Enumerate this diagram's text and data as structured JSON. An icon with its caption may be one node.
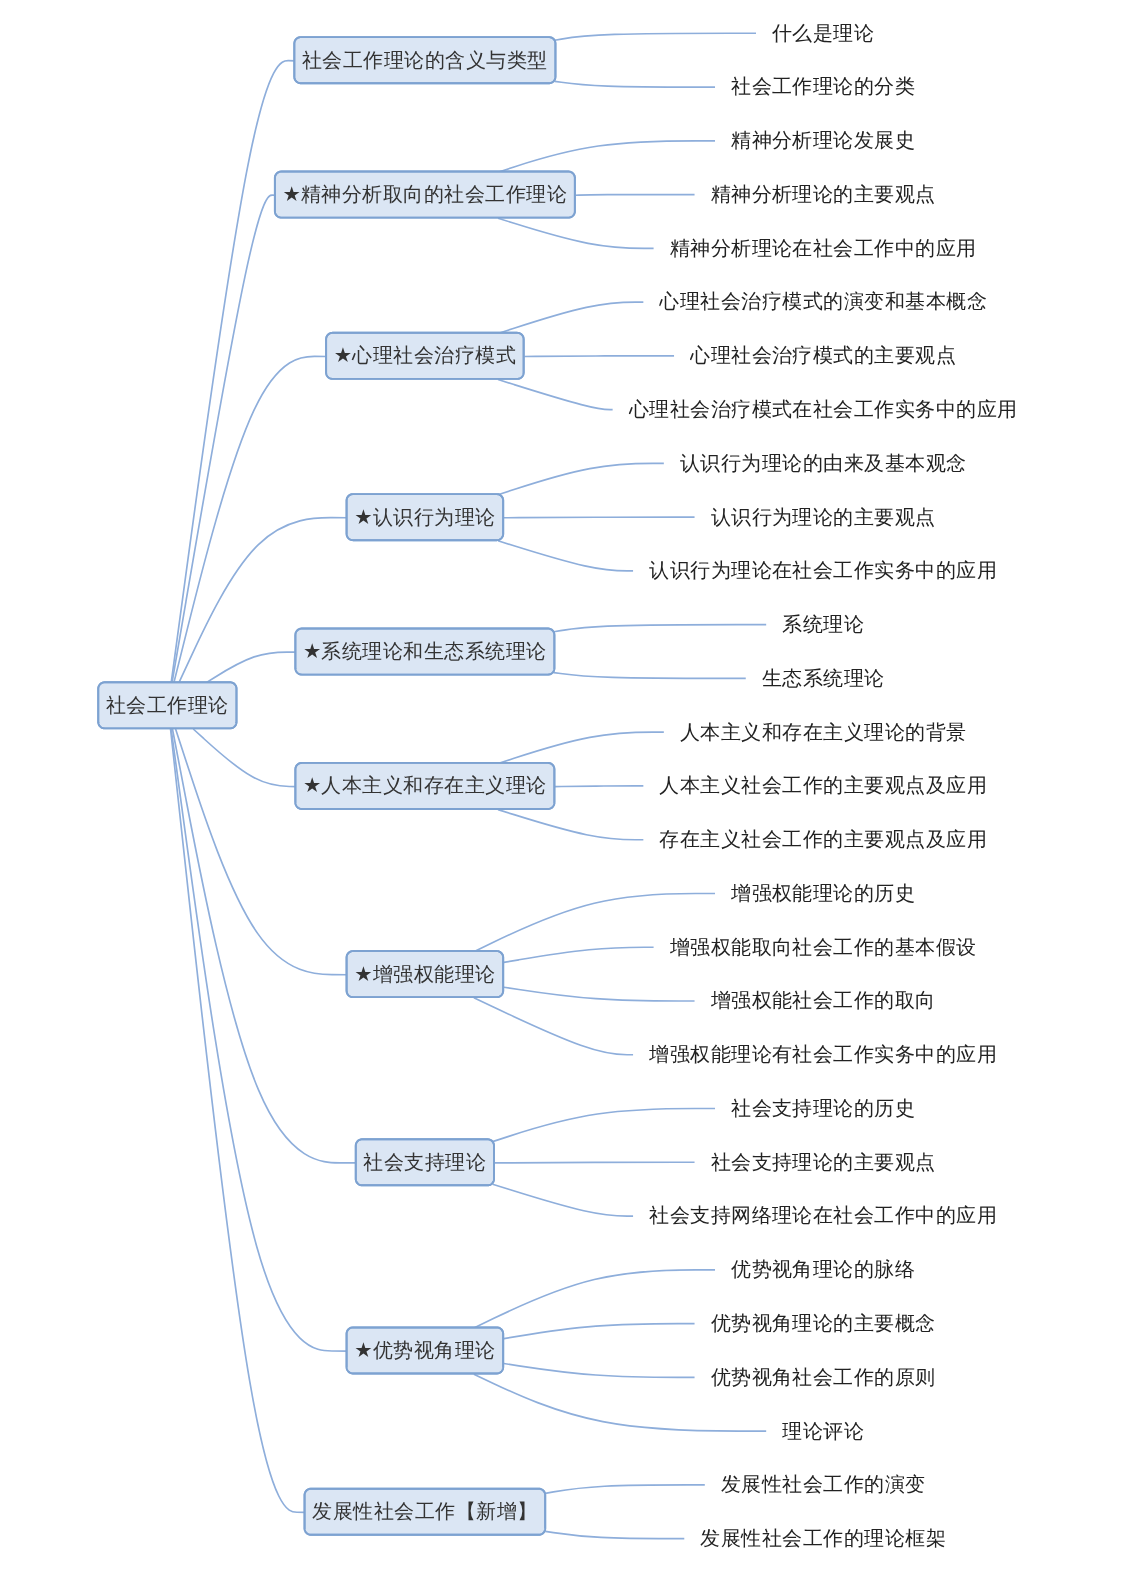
{
  "diagram": {
    "nodes": [
      {
        "text": [
          "社会工作理论"
        ]
      },
      {
        "text": [
          "社会工作理论的含义与类型"
        ]
      },
      {
        "text": [
          "什么是理论"
        ]
      },
      {
        "text": [
          "社会工作理论的分类"
        ]
      },
      {
        "text": [
          "★精神分析取向的社会工作理论"
        ]
      },
      {
        "text": [
          "精神分析理论发展史"
        ]
      },
      {
        "text": [
          "精神分析理论的主要观点"
        ]
      },
      {
        "text": [
          "精神分析理论在社会工作中的应用"
        ]
      },
      {
        "text": [
          "★心理社会治疗模式"
        ]
      },
      {
        "text": [
          "心理社会治疗模式的演变和基本概念"
        ]
      },
      {
        "text": [
          "心理社会治疗模式的主要观点"
        ]
      },
      {
        "text": [
          "心理社会治疗模式在社会工作实务中的应用"
        ]
      },
      {
        "text": [
          "★认识行为理论"
        ]
      },
      {
        "text": [
          "认识行为理论的由来及基本观念"
        ]
      },
      {
        "text": [
          "认识行为理论的主要观点"
        ]
      },
      {
        "text": [
          "认识行为理论在社会工作实务中的应用"
        ]
      },
      {
        "text": [
          "★系统理论和生态系统理论"
        ]
      },
      {
        "text": [
          "系统理论"
        ]
      },
      {
        "text": [
          "生态系统理论"
        ]
      },
      {
        "text": [
          "★人本主义和存在主义理论"
        ]
      },
      {
        "text": [
          "人本主义和存在主义理论的背景"
        ]
      },
      {
        "text": [
          "人本主义社会工作的主要观点及应用"
        ]
      },
      {
        "text": [
          "存在主义社会工作的主要观点及应用"
        ]
      },
      {
        "text": [
          "★增强权能理论"
        ]
      },
      {
        "text": [
          "增强权能理论的历史"
        ]
      },
      {
        "text": [
          "增强权能取向社会工作的基本假设"
        ]
      },
      {
        "text": [
          "增强权能社会工作的取向"
        ]
      },
      {
        "text": [
          "增强权能理论有社会工作实务中的应用"
        ]
      },
      {
        "text": [
          "社会支持理论"
        ]
      },
      {
        "text": [
          "社会支持理论的历史"
        ]
      },
      {
        "text": [
          "社会支持理论的主要观点"
        ]
      },
      {
        "text": [
          "社会支持网络理论在社会工作中的应用"
        ]
      },
      {
        "text": [
          "★优势视角理论"
        ]
      },
      {
        "text": [
          "优势视角理论的脉络"
        ]
      },
      {
        "text": [
          "优势视角理论的主要概念"
        ]
      },
      {
        "text": [
          "优势视角社会工作的原则"
        ]
      },
      {
        "text": [
          "理论评论"
        ]
      },
      {
        "text": [
          "发展性社会工作【新增】"
        ]
      },
      {
        "text": [
          "发展性社会工作的演变"
        ]
      },
      {
        "text": [
          "发展性社会工作的理论框架"
        ]
      }
    ],
    "edges": [
      {
        "from": 0,
        "to": 1,
        "arrow": "none"
      },
      {
        "from": 1,
        "to": 2,
        "arrow": "none"
      },
      {
        "from": 1,
        "to": 3,
        "arrow": "none"
      },
      {
        "from": 0,
        "to": 4,
        "arrow": "none"
      },
      {
        "from": 4,
        "to": 5,
        "arrow": "none"
      },
      {
        "from": 4,
        "to": 6,
        "arrow": "none"
      },
      {
        "from": 4,
        "to": 7,
        "arrow": "none"
      },
      {
        "from": 0,
        "to": 8,
        "arrow": "none"
      },
      {
        "from": 8,
        "to": 9,
        "arrow": "none"
      },
      {
        "from": 8,
        "to": 10,
        "arrow": "none"
      },
      {
        "from": 8,
        "to": 11,
        "arrow": "none"
      },
      {
        "from": 0,
        "to": 12,
        "arrow": "none"
      },
      {
        "from": 12,
        "to": 13,
        "arrow": "none"
      },
      {
        "from": 12,
        "to": 14,
        "arrow": "none"
      },
      {
        "from": 12,
        "to": 15,
        "arrow": "none"
      },
      {
        "from": 0,
        "to": 16,
        "arrow": "none"
      },
      {
        "from": 16,
        "to": 17,
        "arrow": "none"
      },
      {
        "from": 16,
        "to": 18,
        "arrow": "none"
      },
      {
        "from": 0,
        "to": 19,
        "arrow": "none"
      },
      {
        "from": 19,
        "to": 20,
        "arrow": "none"
      },
      {
        "from": 19,
        "to": 21,
        "arrow": "none"
      },
      {
        "from": 19,
        "to": 22,
        "arrow": "none"
      },
      {
        "from": 0,
        "to": 23,
        "arrow": "none"
      },
      {
        "from": 23,
        "to": 24,
        "arrow": "none"
      },
      {
        "from": 23,
        "to": 25,
        "arrow": "none"
      },
      {
        "from": 23,
        "to": 26,
        "arrow": "none"
      },
      {
        "from": 23,
        "to": 27,
        "arrow": "none"
      },
      {
        "from": 0,
        "to": 28,
        "arrow": "none"
      },
      {
        "from": 28,
        "to": 29,
        "arrow": "none"
      },
      {
        "from": 28,
        "to": 30,
        "arrow": "none"
      },
      {
        "from": 28,
        "to": 31,
        "arrow": "none"
      },
      {
        "from": 0,
        "to": 32,
        "arrow": "none"
      },
      {
        "from": 32,
        "to": 33,
        "arrow": "none"
      },
      {
        "from": 32,
        "to": 34,
        "arrow": "none"
      },
      {
        "from": 32,
        "to": 35,
        "arrow": "none"
      },
      {
        "from": 32,
        "to": 36,
        "arrow": "none"
      },
      {
        "from": 0,
        "to": 37,
        "arrow": "none"
      },
      {
        "from": 37,
        "to": 38,
        "arrow": "none"
      },
      {
        "from": 37,
        "to": 39,
        "arrow": "none"
      }
    ]
  }
}
